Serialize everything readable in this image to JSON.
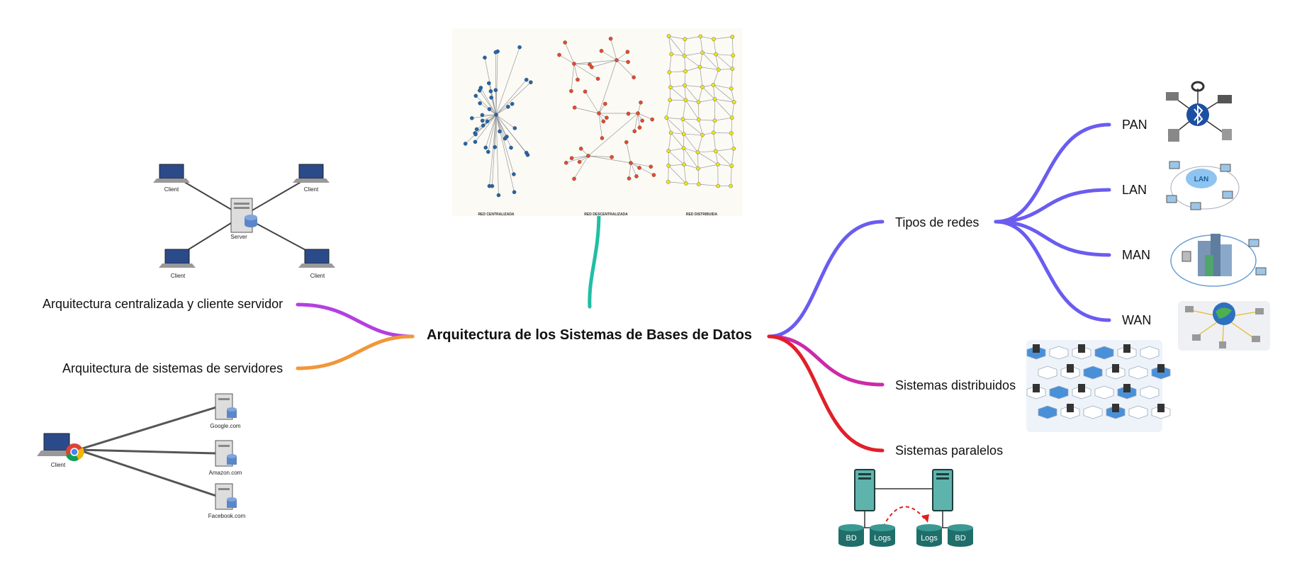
{
  "center": {
    "title": "Arquitectura de los Sistemas de Bases de Datos"
  },
  "left_branches": [
    {
      "label": "Arquitectura centralizada y cliente servidor",
      "color": "#b43fe0"
    },
    {
      "label": "Arquitectura de sistemas de servidores",
      "color": "#f2963a"
    }
  ],
  "right_branches": [
    {
      "label": "Tipos de redes",
      "color": "#6a5cf0"
    },
    {
      "label": "Sistemas distribuidos",
      "color": "#cc2aa8"
    },
    {
      "label": "Sistemas paralelos",
      "color": "#e0202a"
    }
  ],
  "network_types": [
    {
      "label": "PAN",
      "icon": "bluetooth-devices-icon"
    },
    {
      "label": "LAN",
      "icon": "lan-cloud-icon"
    },
    {
      "label": "MAN",
      "icon": "city-network-icon"
    },
    {
      "label": "WAN",
      "icon": "globe-network-icon"
    }
  ],
  "top_branch": {
    "color": "#1fbfa5"
  },
  "images": {
    "client_server": {
      "client": "Client",
      "server": "Server"
    },
    "server_systems": {
      "client": "Client",
      "servers": [
        "Google.com",
        "Amazon.com",
        "Facebook.com"
      ]
    },
    "network_topologies": {
      "labels": [
        "RED CENTRALIZADA",
        "RED DESCENTRALIZADA",
        "RED DISTRIBUIDA"
      ],
      "colors": [
        "#2166ac",
        "#e8492a",
        "#f2e418"
      ]
    },
    "parallel": {
      "bd": "BD",
      "logs": "Logs"
    }
  }
}
